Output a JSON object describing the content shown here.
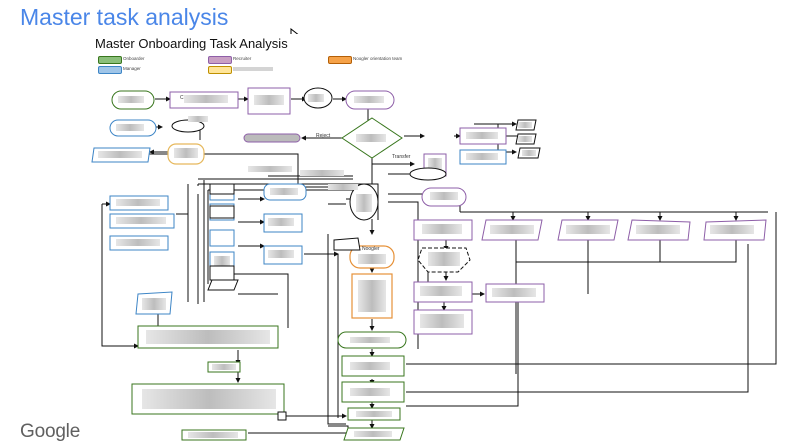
{
  "slide": {
    "title": "Master task analysis",
    "footer_logo": "Google"
  },
  "diagram": {
    "title": "Master Onboarding Task Analysis",
    "legend": [
      {
        "label": "Onboarder",
        "color": "#6aa84f",
        "fill": "#8bbf7a"
      },
      {
        "label": "Recruiter",
        "color": "#a64d79",
        "fill": "#c9a0c4"
      },
      {
        "label": "Noogler orientation team",
        "color": "#e69138",
        "fill": "#f6a248"
      },
      {
        "label": "Manager",
        "color": "#3d85c6",
        "fill": "#9fc5e8"
      },
      {
        "label": "",
        "color": "#d6b656",
        "fill": "#ffe599"
      }
    ],
    "labels": {
      "reject": "Reject",
      "transfer": "Transfer",
      "noogler_box": "Noogler",
      "c_label": "C"
    }
  },
  "colors": {
    "onboarder": "#38761d",
    "recruiter": "#8e5fa8",
    "orientation": "#e69138",
    "manager": "#6fa8dc",
    "hiring": "#e6b85c",
    "line": "#111111",
    "blur": "#cfcfcf"
  }
}
